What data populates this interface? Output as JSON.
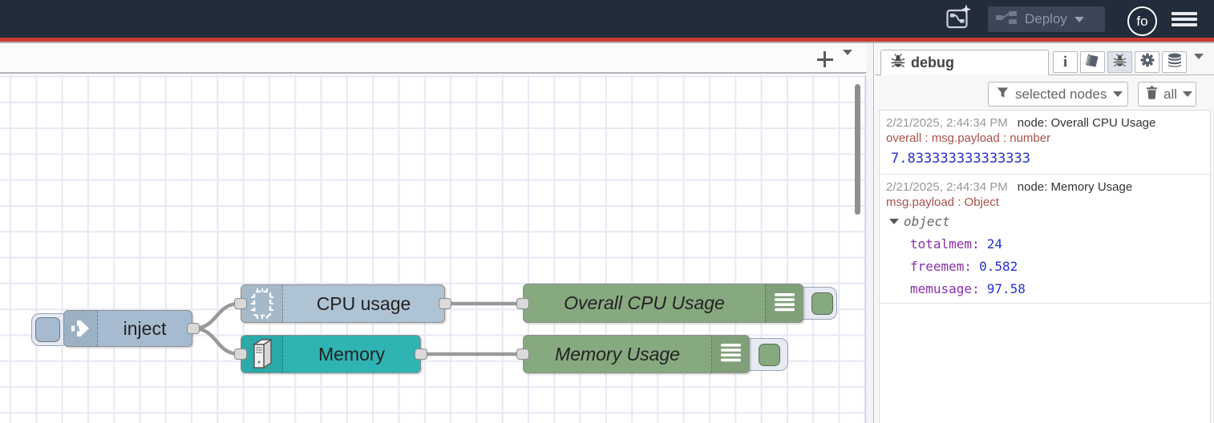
{
  "colors": {
    "header_bg": "#222c3a",
    "accent_line_red": "#ce3a31",
    "inject_fill": "#a6bbcf",
    "cpu_fill": "#aec3d4",
    "memory_fill": "#2fb3b3",
    "debug_fill": "#87a980",
    "wire": "#999999",
    "debug_value_blue": "#2430d0",
    "debug_key_purple": "#8a2fae",
    "debug_meta_red": "#a9514a"
  },
  "header": {
    "deploy_label": "Deploy",
    "avatar_label": "fo"
  },
  "icons": {
    "info_glyph": "i"
  },
  "canvas": {
    "nodes": [
      {
        "id": "inject",
        "label": "inject",
        "fill": "#a6bbcf"
      },
      {
        "id": "cpu",
        "label": "CPU usage",
        "fill": "#aec3d4"
      },
      {
        "id": "memory",
        "label": "Memory",
        "fill": "#2fb3b3"
      },
      {
        "id": "debug-overall",
        "label": "Overall CPU Usage",
        "fill": "#87a980"
      },
      {
        "id": "debug-memory",
        "label": "Memory Usage",
        "fill": "#87a980"
      }
    ]
  },
  "sidebar": {
    "tab_label": "debug",
    "filter_label": "selected nodes",
    "clear_label": "all",
    "messages": [
      {
        "timestamp": "2/21/2025, 2:44:34 PM",
        "source": "node: Overall CPU Usage",
        "meta": "overall : msg.payload : number",
        "value": "7.833333333333333"
      },
      {
        "timestamp": "2/21/2025, 2:44:34 PM",
        "source": "node: Memory Usage",
        "meta": "msg.payload : Object",
        "tree": {
          "root": "object",
          "entries": [
            {
              "key": "totalmem:",
              "value": "24"
            },
            {
              "key": "freemem:",
              "value": "0.582"
            },
            {
              "key": "memusage:",
              "value": "97.58"
            }
          ]
        }
      }
    ]
  }
}
